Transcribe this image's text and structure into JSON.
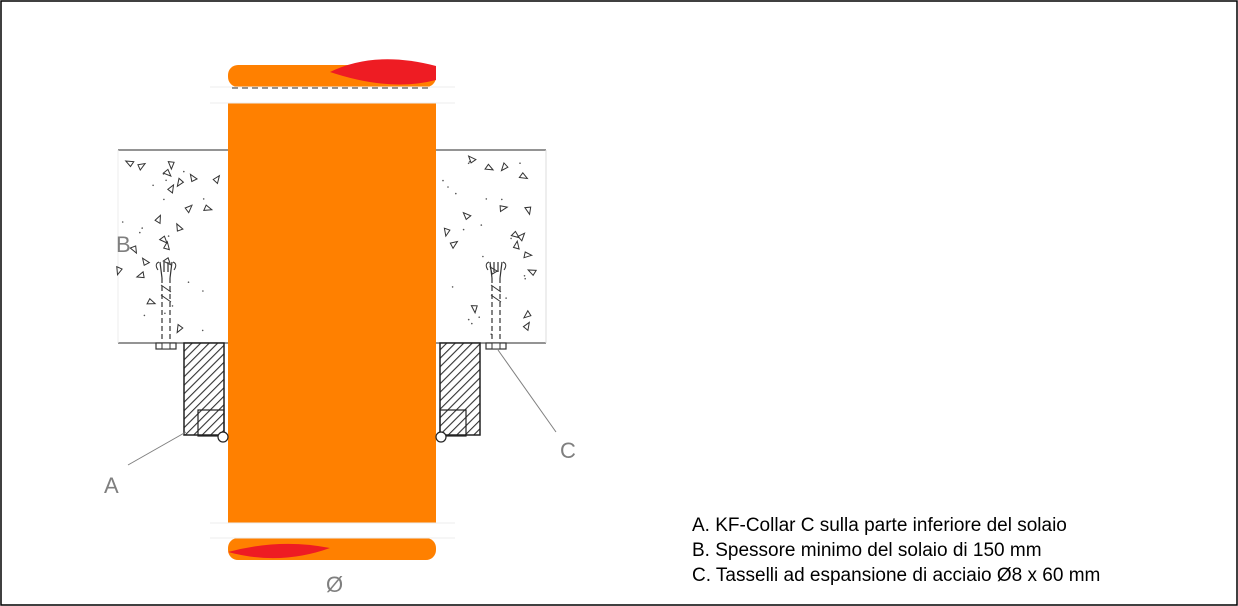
{
  "labels": {
    "a": "A",
    "b": "B",
    "c": "C",
    "diameter": "Ø"
  },
  "legend": [
    "A.  KF-Collar C sulla parte inferiore del solaio",
    "B.  Spessore minimo del solaio di 150 mm",
    "C.  Tasselli ad espansione di acciaio Ø8 x 60 mm"
  ],
  "colors": {
    "pipe": "#ff8000",
    "pipe_cut": "#ee1c23",
    "collar": "#505050",
    "concrete_line": "#555555",
    "callout_text": "#7f7f7f"
  }
}
